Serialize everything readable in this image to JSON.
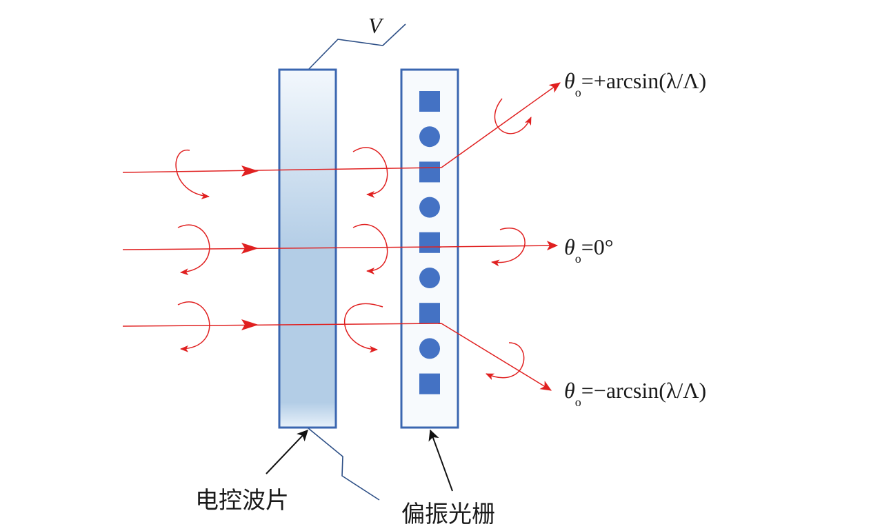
{
  "voltage_label": "V",
  "beam_labels": {
    "upper": {
      "theta": "θ",
      "subscript": "o",
      "expression": "=+arcsin(λ/Λ)"
    },
    "middle": {
      "theta": "θ",
      "subscript": "o",
      "expression": "=0°"
    },
    "lower": {
      "theta": "θ",
      "subscript": "o",
      "expression": "=−arcsin(λ/Λ)"
    }
  },
  "waveplate_label": "电控波片",
  "grating_label": "偏振光栅",
  "grating_pattern": [
    "square",
    "circle",
    "square",
    "circle",
    "square",
    "circle",
    "square",
    "circle",
    "square"
  ],
  "colors": {
    "beam": "#e02020",
    "component_stroke": "#3a66b0",
    "marker_fill": "#4472c4",
    "electrode_wire": "#2d4f86",
    "pointer_arrow": "#111111"
  }
}
